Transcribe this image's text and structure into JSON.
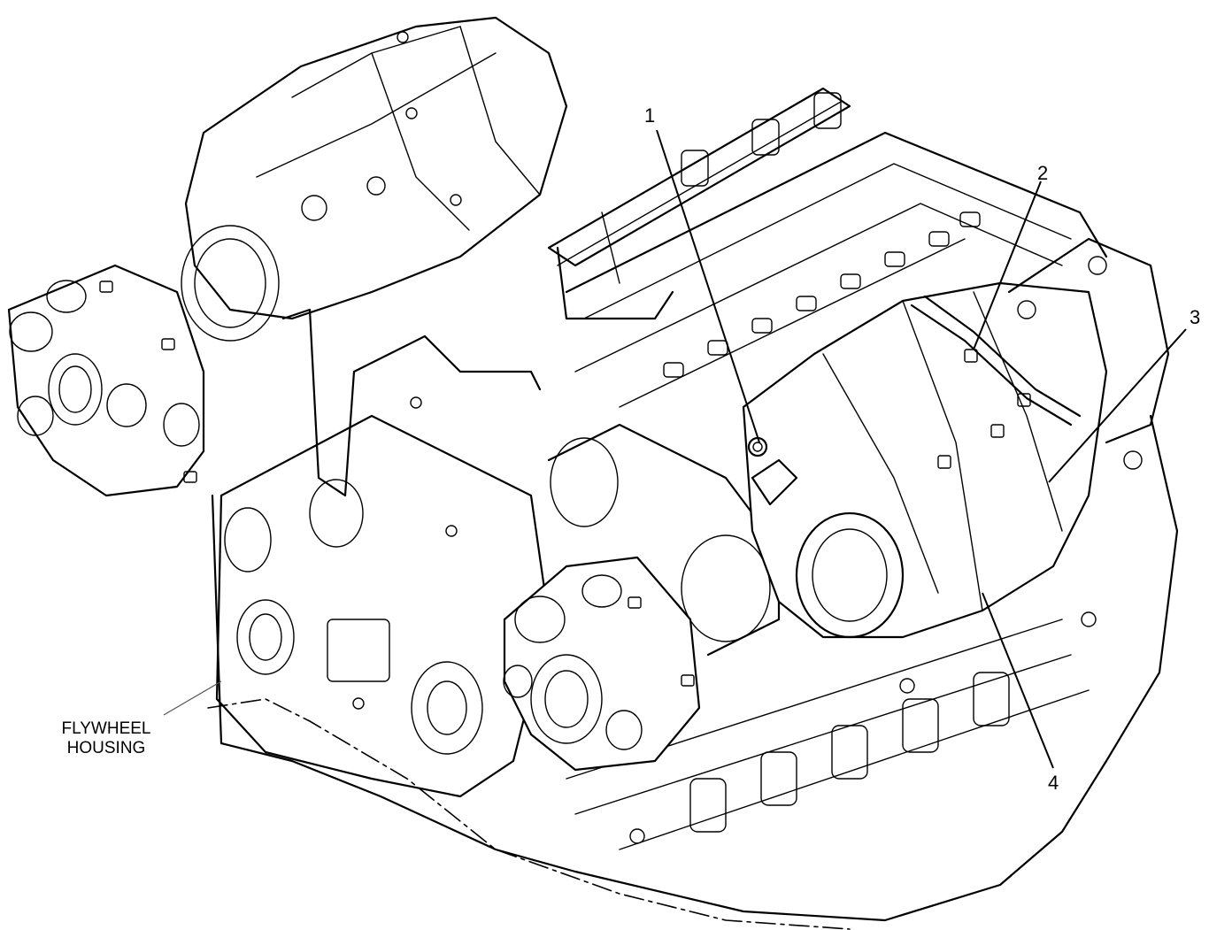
{
  "callouts": {
    "c1": "1",
    "c2": "2",
    "c3": "3",
    "c4": "4"
  },
  "labels": {
    "flywheel_line1": "FLYWHEEL",
    "flywheel_line2": "HOUSING"
  },
  "colors": {
    "line": "#000000",
    "background": "#ffffff"
  }
}
